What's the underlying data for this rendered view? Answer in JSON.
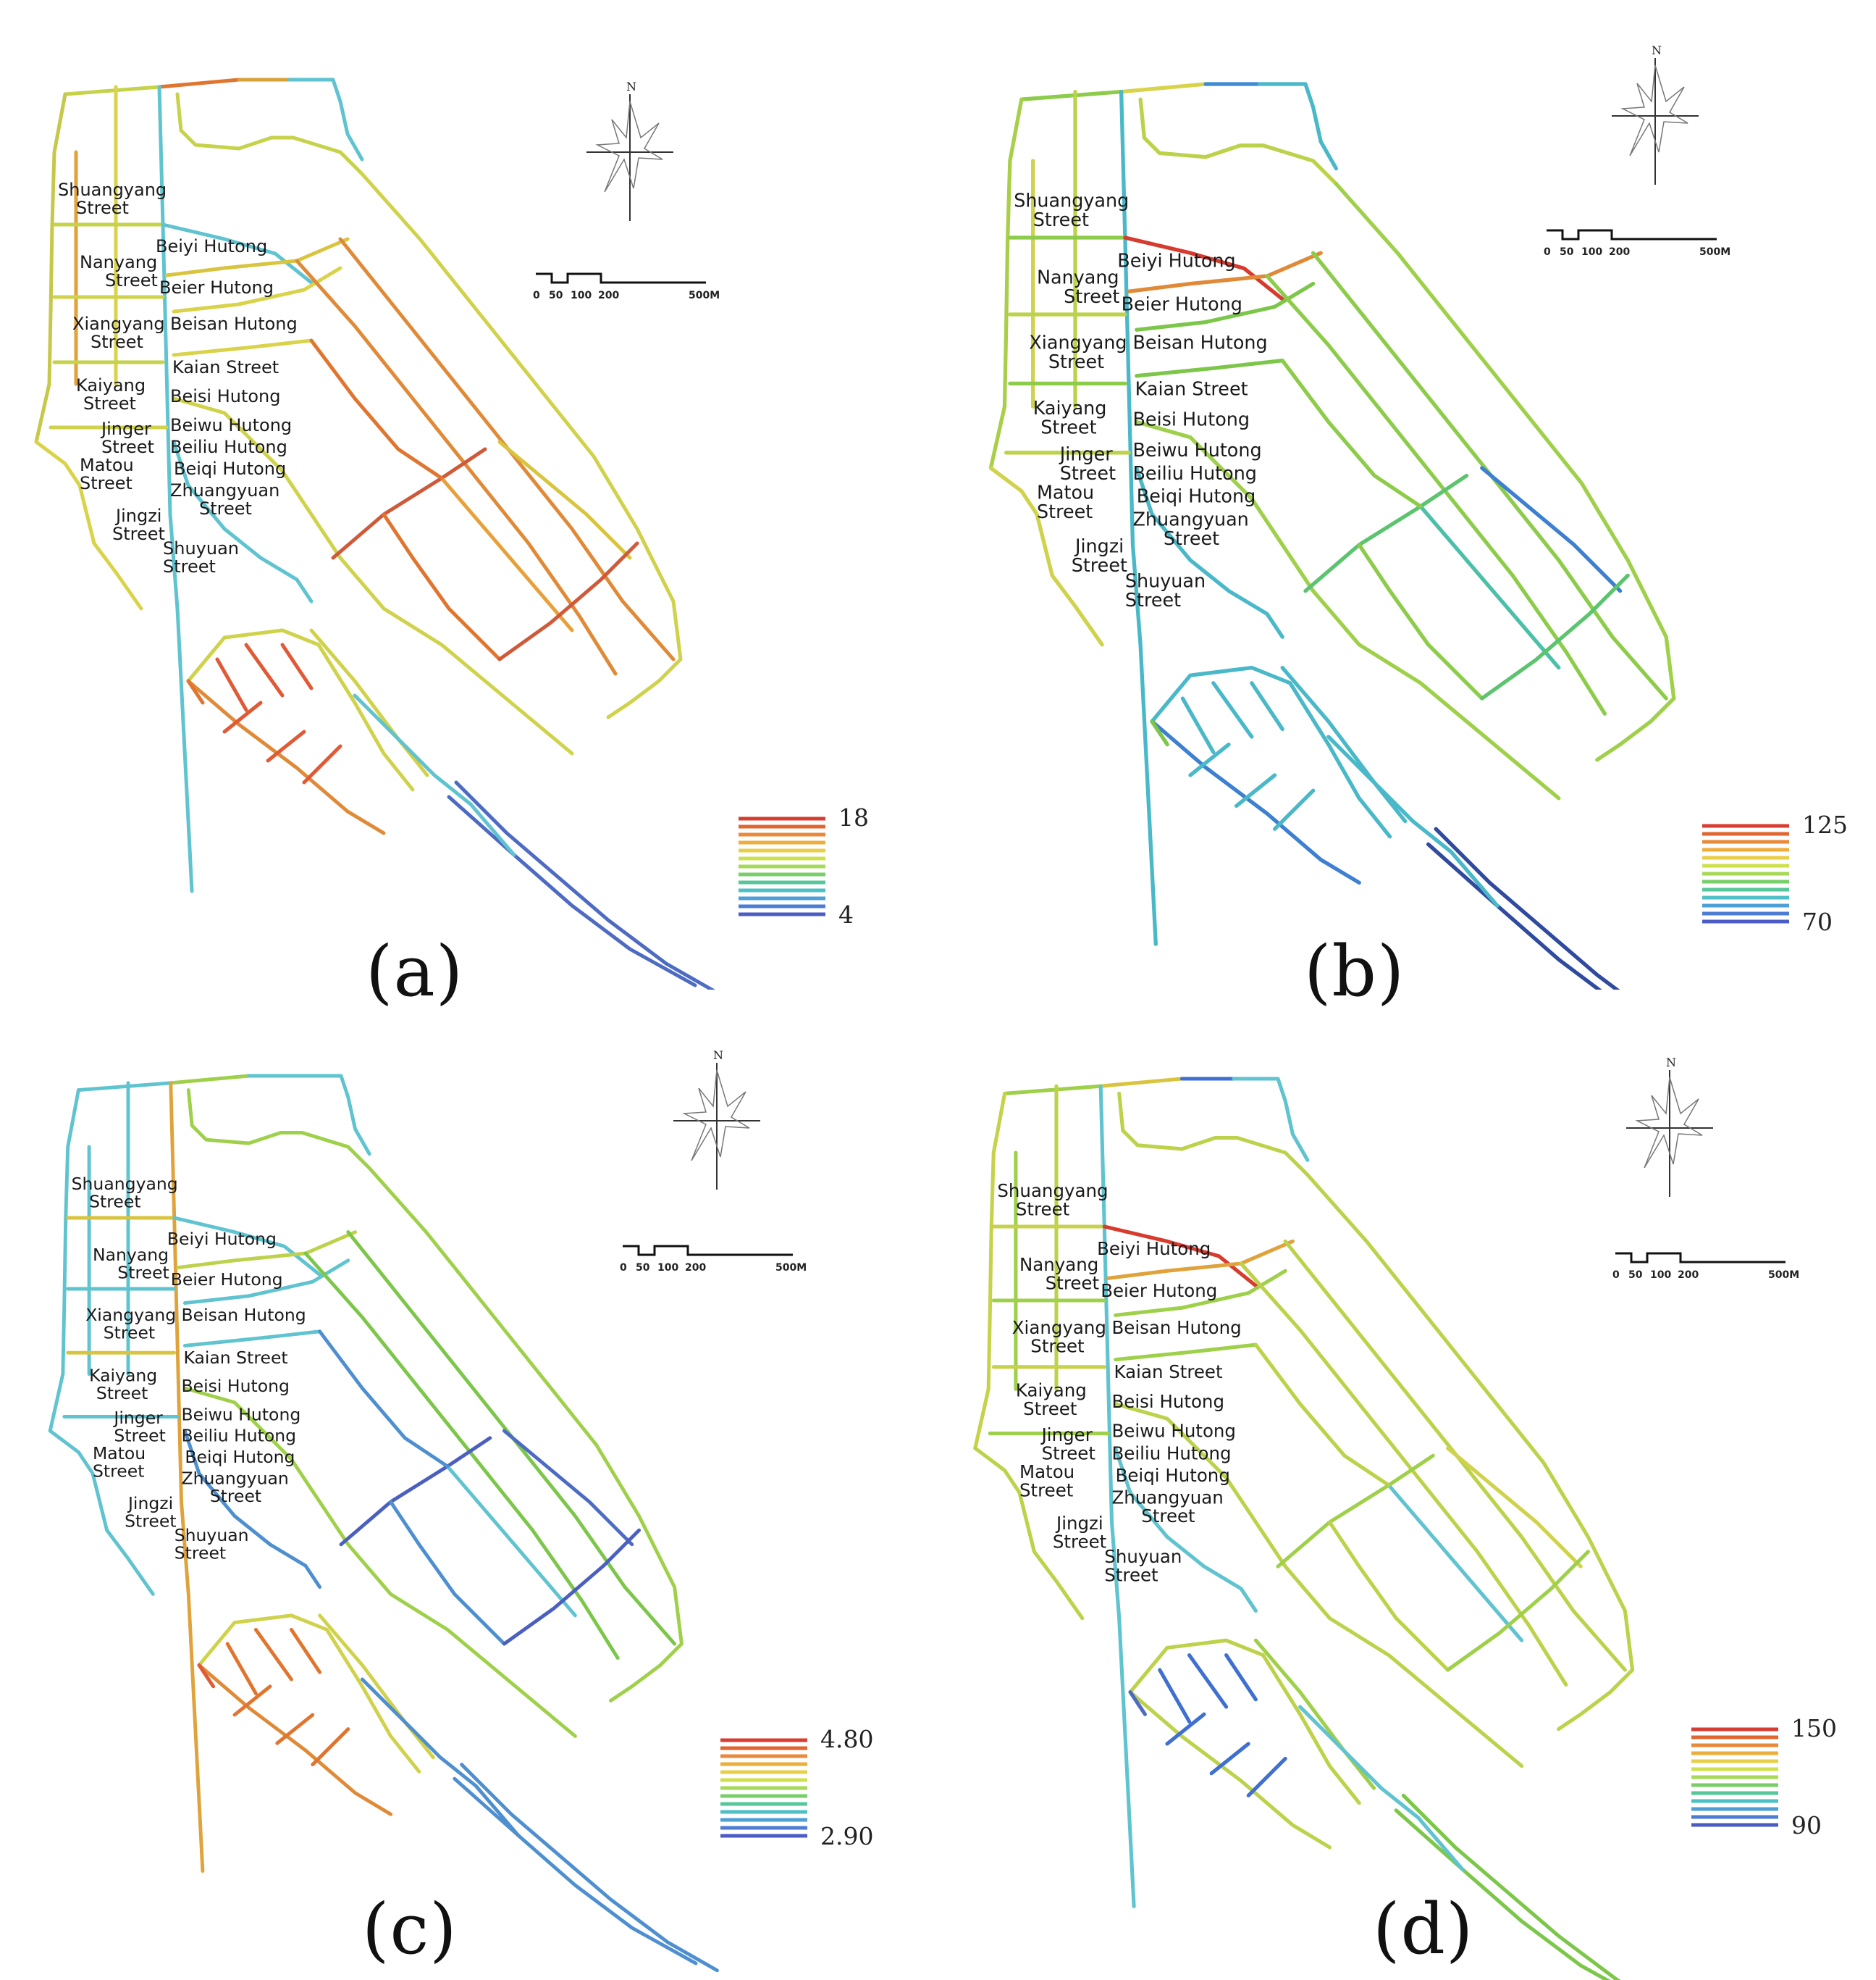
{
  "figure": {
    "panels": [
      {
        "id": "a",
        "caption": "(a)",
        "legend": {
          "max": "18",
          "min": "4"
        },
        "colors": {
          "n1": "#c6d24a",
          "n2": "#e0752f",
          "n3": "#d8a23a",
          "n4": "#5fc3d0",
          "w1": "#c6c84a",
          "w2": "#d9d34a",
          "w3": "#e2a13a",
          "w4": "#d9d34a",
          "w5": "#5fc3d0",
          "w6": "#c6d24a",
          "w7": "#cfd24a",
          "m1": "#5fc3d0",
          "m2": "#c6d24a",
          "m3": "#d9c43f",
          "r1": "#e08a38",
          "r2": "#d9d34a",
          "r3": "#cfd24a",
          "r4": "#5fc3d0",
          "c1": "#cf5a3a",
          "c2": "#e0752f",
          "c3": "#e8a03a",
          "c4": "#d9c43f",
          "s1": "#cfd24a",
          "s2": "#e08a38",
          "s3": "#cfd24a",
          "tail": "#4e6bc4",
          "grid": "#e0752f",
          "rung": "#e05a36"
        }
      },
      {
        "id": "b",
        "caption": "(b)",
        "legend": {
          "max": "125",
          "min": "70"
        },
        "colors": {
          "n1": "#8dcc4a",
          "n2": "#d9d34a",
          "n3": "#3f8ad1",
          "n4": "#49b8c8",
          "w1": "#a9cf4a",
          "w2": "#cfd24a",
          "w3": "#cfd24a",
          "w4": "#bdd24a",
          "w5": "#49b8c8",
          "w6": "#8dcc4a",
          "w7": "#bdd24a",
          "m1": "#d63b2e",
          "m2": "#bdd24a",
          "m3": "#e08a38",
          "r1": "#8dcc4a",
          "r2": "#7cc64a",
          "r3": "#9fd04a",
          "r4": "#49b8c8",
          "c1": "#5cc46f",
          "c2": "#8dcc4a",
          "c3": "#4cbfa8",
          "c4": "#3d7fd0",
          "s1": "#49b8c8",
          "s2": "#3d7fd0",
          "s3": "#49b8c8",
          "tail": "#2f4a9e",
          "grid": "#7cc64a",
          "rung": "#49b8c8"
        }
      },
      {
        "id": "c",
        "caption": "(c)",
        "legend": {
          "max": "4.80",
          "min": "2.90"
        },
        "colors": {
          "n1": "#5fc3d0",
          "n2": "#9fd04a",
          "n3": "#5fc3d0",
          "n4": "#5fc3d0",
          "w1": "#5fc3d0",
          "w2": "#5fc3d0",
          "w3": "#5fc3d0",
          "w4": "#5fc3d0",
          "w5": "#e0a23a",
          "w6": "#d9c43f",
          "w7": "#5fc3d0",
          "m1": "#5fc3d0",
          "m2": "#9fd04a",
          "m3": "#bdd24a",
          "r1": "#7cc64a",
          "r2": "#5fc3d0",
          "r3": "#9fd04a",
          "r4": "#4e8fd0",
          "c1": "#4a5fc0",
          "c2": "#4e8fd0",
          "c3": "#5fc3d0",
          "c4": "#4e6bc4",
          "s1": "#cfd24a",
          "s2": "#e08a38",
          "s3": "#cfd24a",
          "tail": "#4e8fd0",
          "grid": "#e05a36",
          "rung": "#e0752f"
        }
      },
      {
        "id": "d",
        "caption": "(d)",
        "legend": {
          "max": "150",
          "min": "90"
        },
        "colors": {
          "n1": "#9fd04a",
          "n2": "#d9c43f",
          "n3": "#3f6fd0",
          "n4": "#5fc3d0",
          "w1": "#c6d24a",
          "w2": "#bdd24a",
          "w3": "#9fd04a",
          "w4": "#bdd24a",
          "w5": "#5fc3d0",
          "w6": "#c6d24a",
          "w7": "#9fd04a",
          "m1": "#d63b2e",
          "m2": "#bdd24a",
          "m3": "#e0a23a",
          "r1": "#bdd24a",
          "r2": "#9fd04a",
          "r3": "#bdd24a",
          "r4": "#5fc3d0",
          "c1": "#9fd04a",
          "c2": "#bdd24a",
          "c3": "#5fc3d0",
          "c4": "#cfd24a",
          "s1": "#bdd24a",
          "s2": "#bdd24a",
          "s3": "#9fd04a",
          "tail": "#7cc64a",
          "grid": "#4e6bc4",
          "rung": "#3f6fd0"
        }
      }
    ],
    "street_labels": [
      "Shuangyang",
      "Street",
      "Beiyi Hutong",
      "Nanyang",
      "Street",
      "Beier Hutong",
      "Xiangyang",
      "Street",
      "Beisan Hutong",
      "Kaian Street",
      "Kaiyang",
      "Street",
      "Beisi Hutong",
      "Jinger",
      "Street",
      "Beiwu Hutong",
      "Beiliu Hutong",
      "Matou",
      "Street",
      "Beiqi Hutong",
      "Zhuangyuan",
      "Street",
      "Jingzi",
      "Street",
      "Shuyuan",
      "Street"
    ],
    "compass_label": "N",
    "scale_labels": [
      "0",
      "50",
      "100",
      "200",
      "500M"
    ],
    "legend_ramp": [
      "#d73d32",
      "#e0652f",
      "#e88a3a",
      "#eeae3c",
      "#e8cf47",
      "#cfe04d",
      "#a6d957",
      "#78cf6a",
      "#55c79a",
      "#4dbfc6",
      "#4d9fd6",
      "#4d7cd3",
      "#4b5cc4"
    ]
  }
}
